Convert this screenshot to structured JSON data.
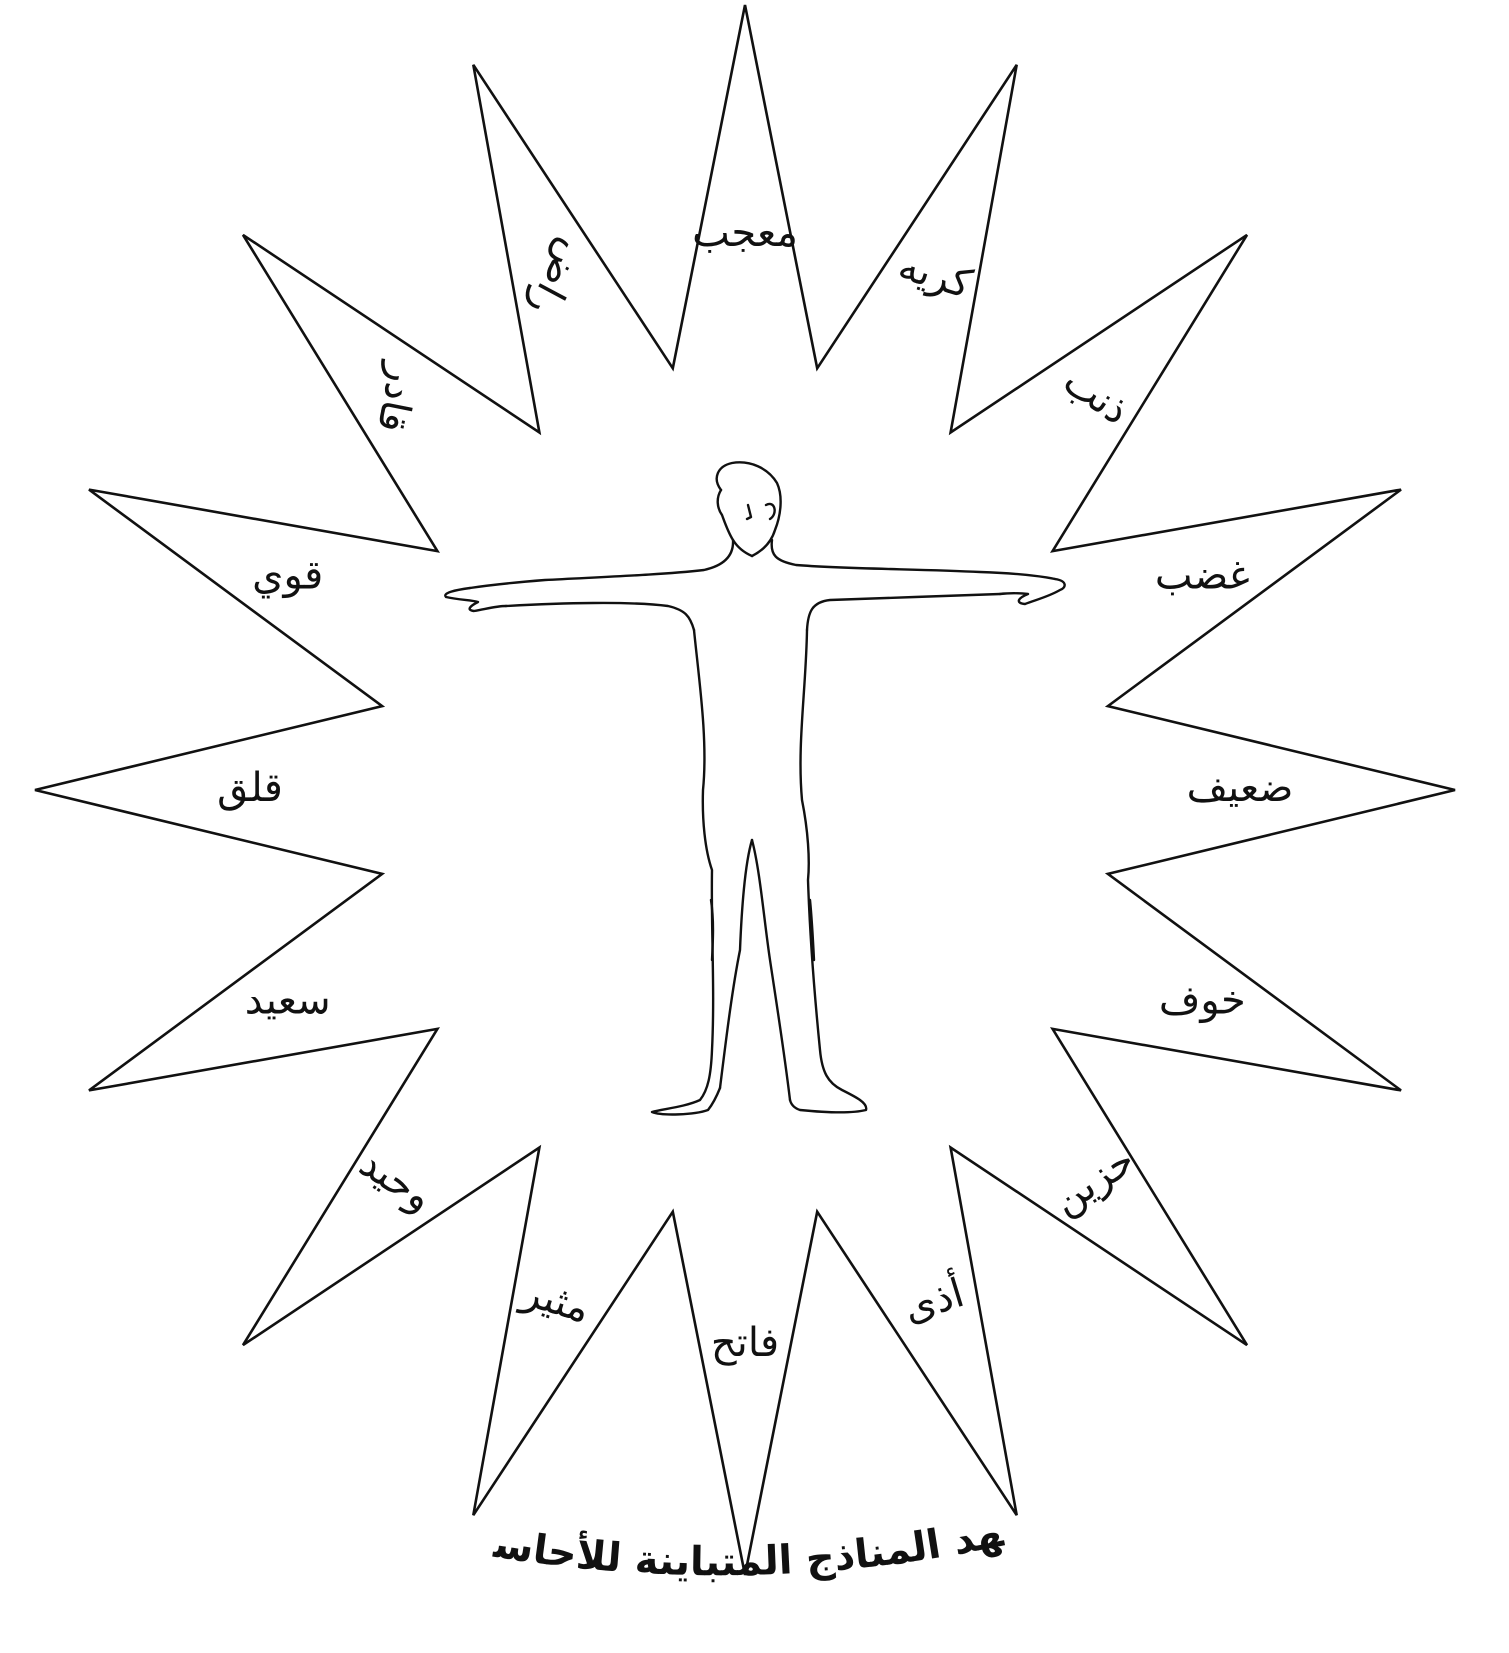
{
  "colors": {
    "ink": "#111111",
    "background": "#ffffff"
  },
  "figure": "human-figure-outline",
  "words": [
    "معجب",
    "كريه",
    "ذنب",
    "غضب",
    "ضعيف",
    "خوف",
    "حزين",
    "أذى",
    "فاتح",
    "مثير",
    "وحيد",
    "سعيد",
    "قلق",
    "قوي",
    "قادر",
    "راض"
  ],
  "caption": "مشهد المناذج المتباينة للأحاسيس"
}
